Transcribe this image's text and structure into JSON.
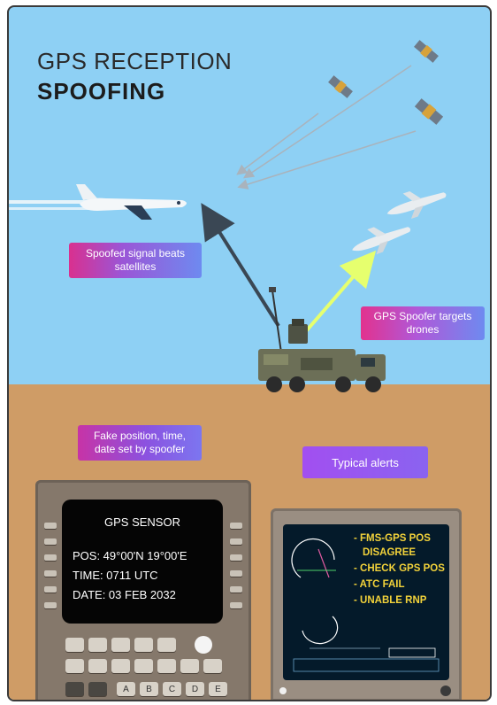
{
  "title": {
    "line1": "GPS RECEPTION",
    "line2": "SPOOFING"
  },
  "labels": {
    "spoofed_signal": "Spoofed signal beats satellites",
    "spoofer_targets": "GPS Spoofer targets drones",
    "fake_position": "Fake position, time, date set by spoofer",
    "typical_alerts": "Typical alerts"
  },
  "cdu": {
    "header": "GPS SENSOR",
    "pos": "POS:  49°00'N 19°00'E",
    "time": "TIME: 0711 UTC",
    "date": "DATE: 03 FEB 2032",
    "key_letters": [
      "A",
      "B",
      "C",
      "D",
      "E"
    ]
  },
  "alerts": {
    "a1": "- FMS-GPS POS",
    "a2": "DISAGREE",
    "a3": "- CHECK GPS POS",
    "a4": "- ATC FAIL",
    "a5": "- UNABLE RNP"
  },
  "colors": {
    "sky": "#8ed0f4",
    "ground": "#cf9c66",
    "alert_text": "#f2d23a",
    "spoof_arrow_drones": "#e6ff6e",
    "spoof_arrow_plane": "#3a4754"
  }
}
